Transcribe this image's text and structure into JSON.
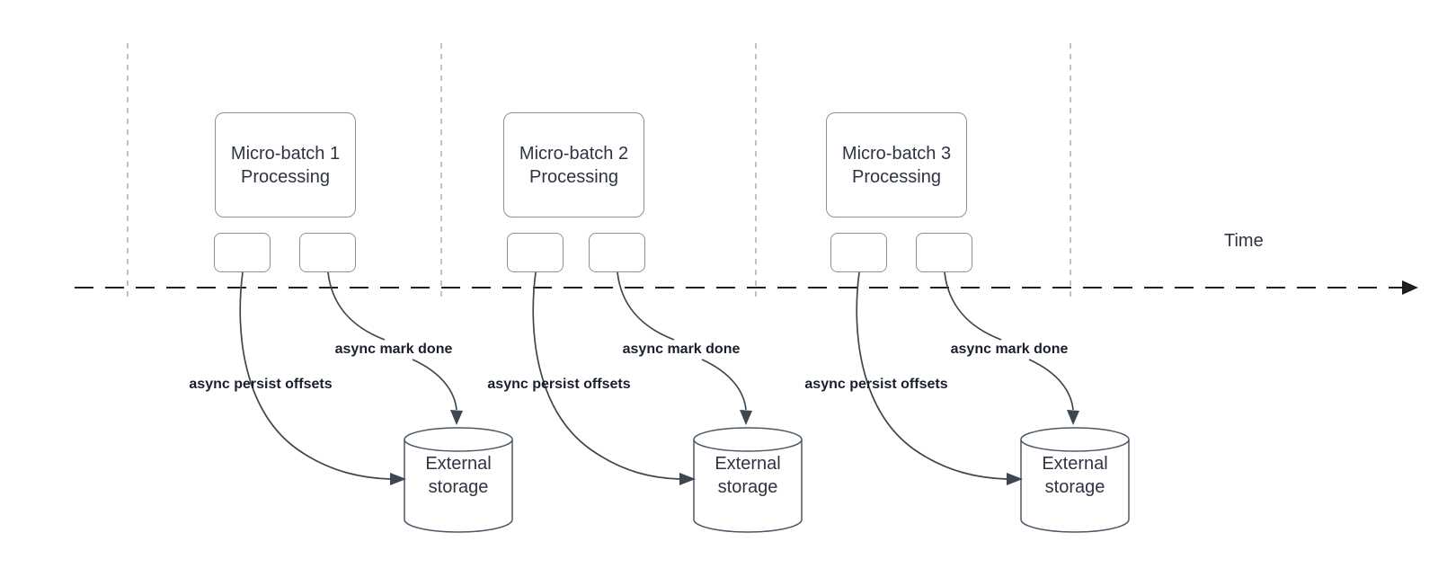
{
  "time_axis": {
    "label": "Time"
  },
  "batches": [
    {
      "title": "Micro-batch 1\nProcessing",
      "persist_label": "async persist offsets",
      "mark_done_label": "async mark done",
      "storage_label": "External\nstorage"
    },
    {
      "title": "Micro-batch 2\nProcessing",
      "persist_label": "async persist offsets",
      "mark_done_label": "async mark done",
      "storage_label": "External\nstorage"
    },
    {
      "title": "Micro-batch 3\nProcessing",
      "persist_label": "async persist offsets",
      "mark_done_label": "async mark done",
      "storage_label": "External\nstorage"
    }
  ],
  "colors": {
    "background": "#ffffff",
    "box_border": "#8f8f8f",
    "box_text": "#2e3440",
    "flow_label_text": "#1a202b",
    "curve_stroke": "#3d4651",
    "axis_stroke": "#1f1f1f",
    "gridline_stroke": "#aeaeae",
    "cylinder_stroke": "#4d5766"
  }
}
